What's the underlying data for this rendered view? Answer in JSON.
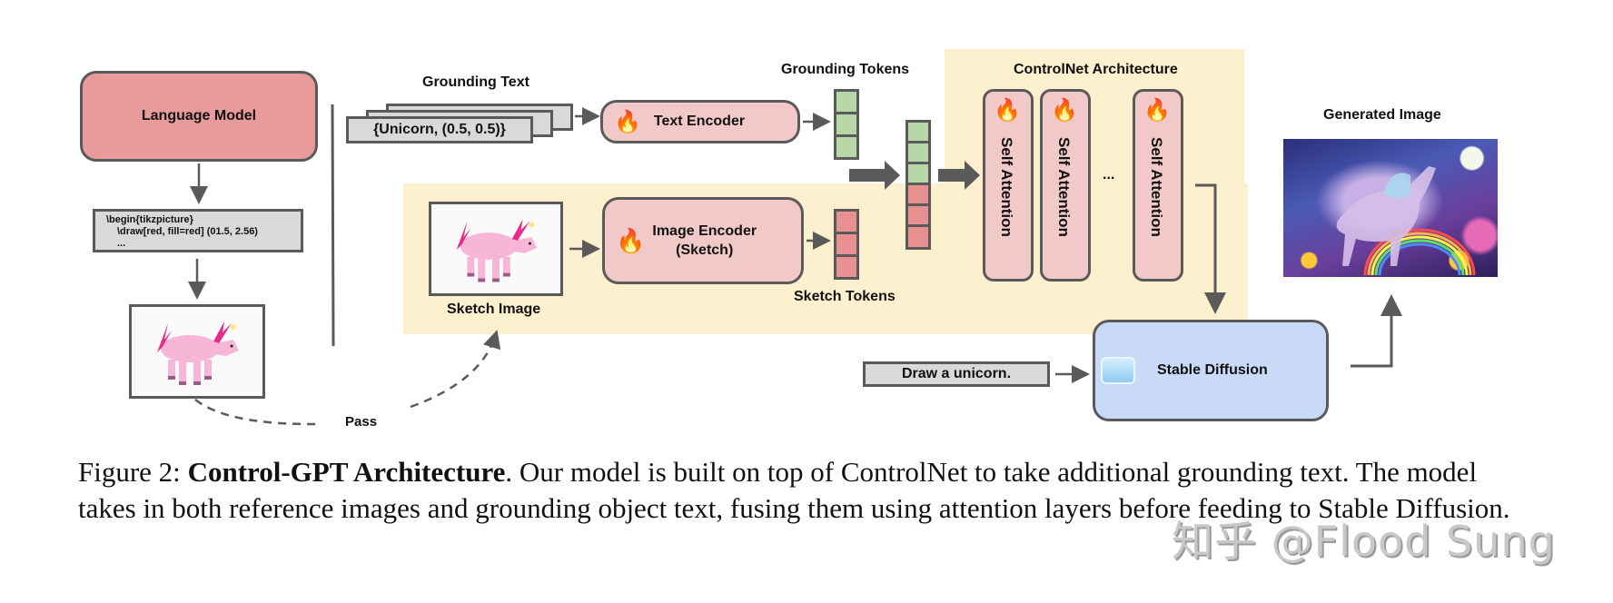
{
  "figure": {
    "language_model": {
      "label": "Language Model"
    },
    "tikz_code": {
      "lines": [
        "\\begin{tikzpicture}",
        "\\draw[red, fill=red] (01.5, 2.56)",
        "..."
      ]
    },
    "grounding_text": {
      "title": "Grounding Text",
      "value": "{Unicorn, (0.5, 0.5)}"
    },
    "text_encoder": {
      "label": "Text Encoder",
      "icon": "fire-icon"
    },
    "grounding_tokens": {
      "label": "Grounding Tokens",
      "count": 3,
      "color": "#b7d7a8"
    },
    "sketch_image": {
      "label": "Sketch Image"
    },
    "image_encoder": {
      "label_line1": "Image Encoder",
      "label_line2": "(Sketch)",
      "icon": "fire-icon"
    },
    "sketch_tokens": {
      "label": "Sketch Tokens",
      "count": 3,
      "color": "#e79090"
    },
    "controlnet": {
      "title": "ControlNet Architecture",
      "blocks": [
        {
          "label": "Self Attention",
          "icon": "fire-icon"
        },
        {
          "label": "Self Attention",
          "icon": "fire-icon"
        },
        {
          "label": "Self Attention",
          "icon": "fire-icon"
        }
      ],
      "ellipsis": "..."
    },
    "prompt": {
      "value": "Draw a unicorn."
    },
    "stable_diffusion": {
      "label": "Stable Diffusion",
      "icon": "ice-cube-icon"
    },
    "generated_image": {
      "label": "Generated Image"
    },
    "pass_label": "Pass"
  },
  "caption": {
    "prefix": "Figure 2: ",
    "title": "Control-GPT Architecture",
    "body": ". Our model is built on top of ControlNet to take additional grounding text. The model takes in both reference images and grounding object text, fusing them using attention layers before feeding to Stable Diffusion."
  },
  "watermark": "知乎 @Flood Sung",
  "colors": {
    "language_model": "#e99a9a",
    "encoder": "#f2c9c9",
    "panel": "#fdf0cf",
    "stable_diffusion": "#c9daf8",
    "border": "#5a5a5a"
  }
}
